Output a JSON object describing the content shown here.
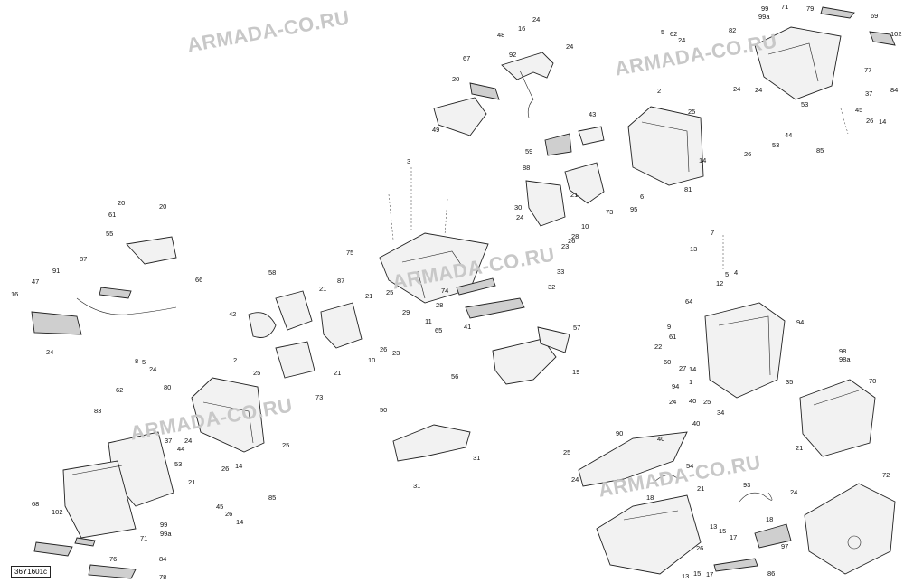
{
  "watermark": "ARMADA-CO.RU",
  "diagram_code": "36Y1601c",
  "callouts": {
    "c1": "24",
    "c2": "16",
    "c3": "48",
    "c4": "24",
    "c5": "67",
    "c6": "92",
    "c7": "20",
    "c8": "49",
    "c9": "43",
    "c10": "59",
    "c11": "88",
    "c12": "21",
    "c13": "30",
    "c14": "24",
    "c15": "10",
    "c16": "28",
    "c17": "23",
    "c18": "73",
    "c19": "95",
    "c20": "6",
    "c21": "5",
    "c22": "62",
    "c23": "24",
    "c24": "2",
    "c25": "25",
    "c26": "14",
    "c27": "26",
    "c28": "81",
    "c29": "99",
    "c30": "99a",
    "c31": "71",
    "c32": "79",
    "c33": "82",
    "c34": "69",
    "c35": "102",
    "c36": "77",
    "c37": "84",
    "c38": "37",
    "c39": "24",
    "c40": "24",
    "c41": "53",
    "c42": "44",
    "c43": "53",
    "c44": "45",
    "c45": "26",
    "c46": "14",
    "c47": "85",
    "c48": "3",
    "c49": "75",
    "c50": "7",
    "c51": "13",
    "c52": "33",
    "c53": "32",
    "c54": "20",
    "c55": "61",
    "c56": "20",
    "c57": "55",
    "c58": "87",
    "c59": "66",
    "c60": "91",
    "c61": "47",
    "c62": "16",
    "c63": "24",
    "c64": "58",
    "c65": "21",
    "c66": "87",
    "c67": "21",
    "c68": "42",
    "c69": "10",
    "c70": "26",
    "c71": "23",
    "c72": "73",
    "c73": "21",
    "c74": "25",
    "c75": "29",
    "c76": "28",
    "c77": "74",
    "c78": "11",
    "c79": "65",
    "c80": "41",
    "c81": "57",
    "c82": "56",
    "c83": "19",
    "c84": "8",
    "c85": "5",
    "c86": "24",
    "c87": "62",
    "c88": "80",
    "c89": "2",
    "c90": "25",
    "c91": "83",
    "c92": "37",
    "c93": "44",
    "c94": "53",
    "c95": "24",
    "c96": "26",
    "c97": "14",
    "c98": "21",
    "c99": "85",
    "c100": "45",
    "c101": "26",
    "c102": "14",
    "c103": "25",
    "c104": "50",
    "c105": "31",
    "c106": "31",
    "c107": "68",
    "c108": "102",
    "c109": "76",
    "c110": "84",
    "c111": "78",
    "c112": "99",
    "c113": "99a",
    "c114": "71",
    "c115": "64",
    "c116": "12",
    "c117": "5",
    "c118": "4",
    "c119": "9",
    "c120": "61",
    "c121": "22",
    "c122": "60",
    "c123": "27",
    "c124": "14",
    "c125": "94",
    "c126": "94",
    "c127": "98",
    "c128": "98a",
    "c129": "70",
    "c130": "35",
    "c131": "40",
    "c132": "24",
    "c133": "40",
    "c134": "25",
    "c135": "34",
    "c136": "90",
    "c137": "25",
    "c138": "24",
    "c139": "40",
    "c140": "21",
    "c141": "72",
    "c142": "54",
    "c143": "18",
    "c144": "21",
    "c145": "93",
    "c146": "24",
    "c147": "18",
    "c148": "13",
    "c149": "15",
    "c150": "17",
    "c151": "97",
    "c152": "86",
    "c153": "26",
    "c154": "13",
    "c155": "15",
    "c156": "17",
    "c157": "1",
    "c158": "26"
  }
}
